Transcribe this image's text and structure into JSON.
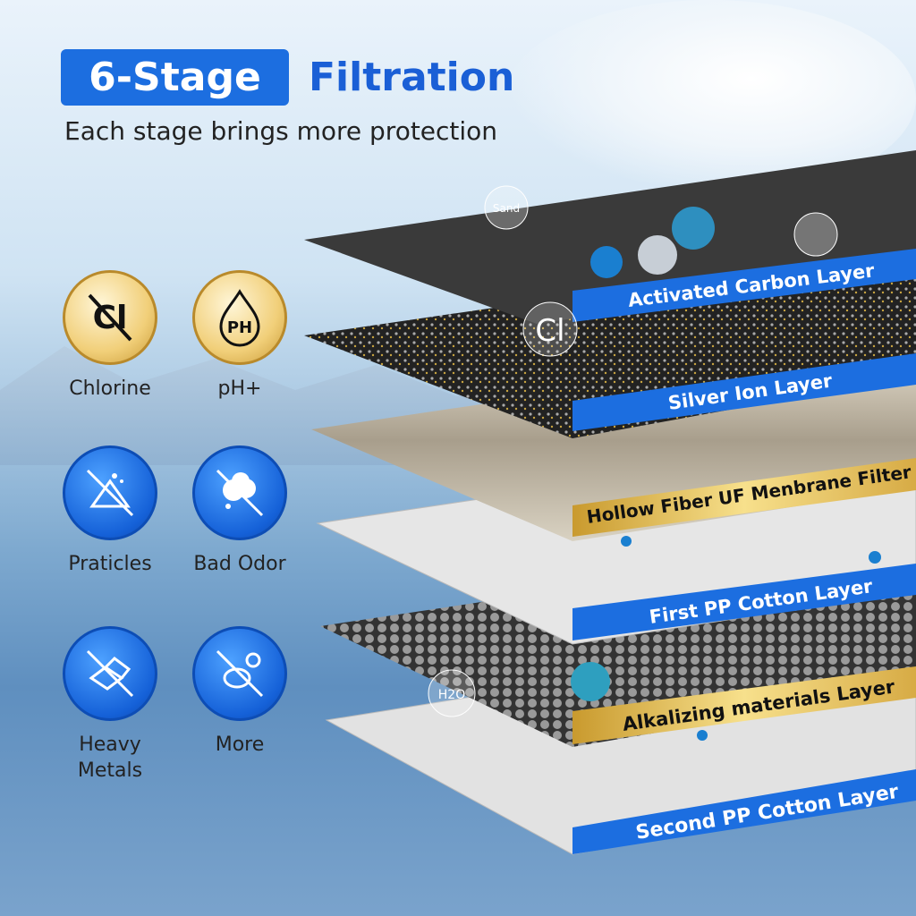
{
  "header": {
    "badge": "6-Stage",
    "title": "Filtration",
    "subtitle": "Each stage brings more protection"
  },
  "features": [
    {
      "label": "Chlorine",
      "icon": "chlorine-icon",
      "style": "gold",
      "glyph": "Cl"
    },
    {
      "label": "pH+",
      "icon": "ph-drop-icon",
      "style": "gold",
      "glyph": "PH"
    },
    {
      "label": "Praticles",
      "icon": "particles-icon",
      "style": "blue"
    },
    {
      "label": "Bad Odor",
      "icon": "bad-odor-icon",
      "style": "blue"
    },
    {
      "label": "Heavy\nMetals",
      "label_lines": [
        "Heavy",
        "Metals"
      ],
      "icon": "heavy-metals-icon",
      "style": "blue"
    },
    {
      "label": "More",
      "icon": "bacteria-icon",
      "style": "blue"
    }
  ],
  "layers": [
    {
      "label": "Activated Carbon Layer",
      "band": "blue"
    },
    {
      "label": "Silver Ion Layer",
      "band": "blue"
    },
    {
      "label": "Hollow Fiber UF Menbrane Filter",
      "band": "gold"
    },
    {
      "label": "First PP Cotton Layer",
      "band": "blue"
    },
    {
      "label": "Alkalizing materials Layer",
      "band": "gold"
    },
    {
      "label": "Second PP Cotton Layer",
      "band": "blue"
    }
  ],
  "bubbles": {
    "sand": "Sand",
    "cl": "Cl",
    "h2o": "H2O"
  },
  "colors": {
    "blue": "#1c6ee0",
    "gold": "#e7c35a",
    "dark": "#2b2b2b"
  }
}
